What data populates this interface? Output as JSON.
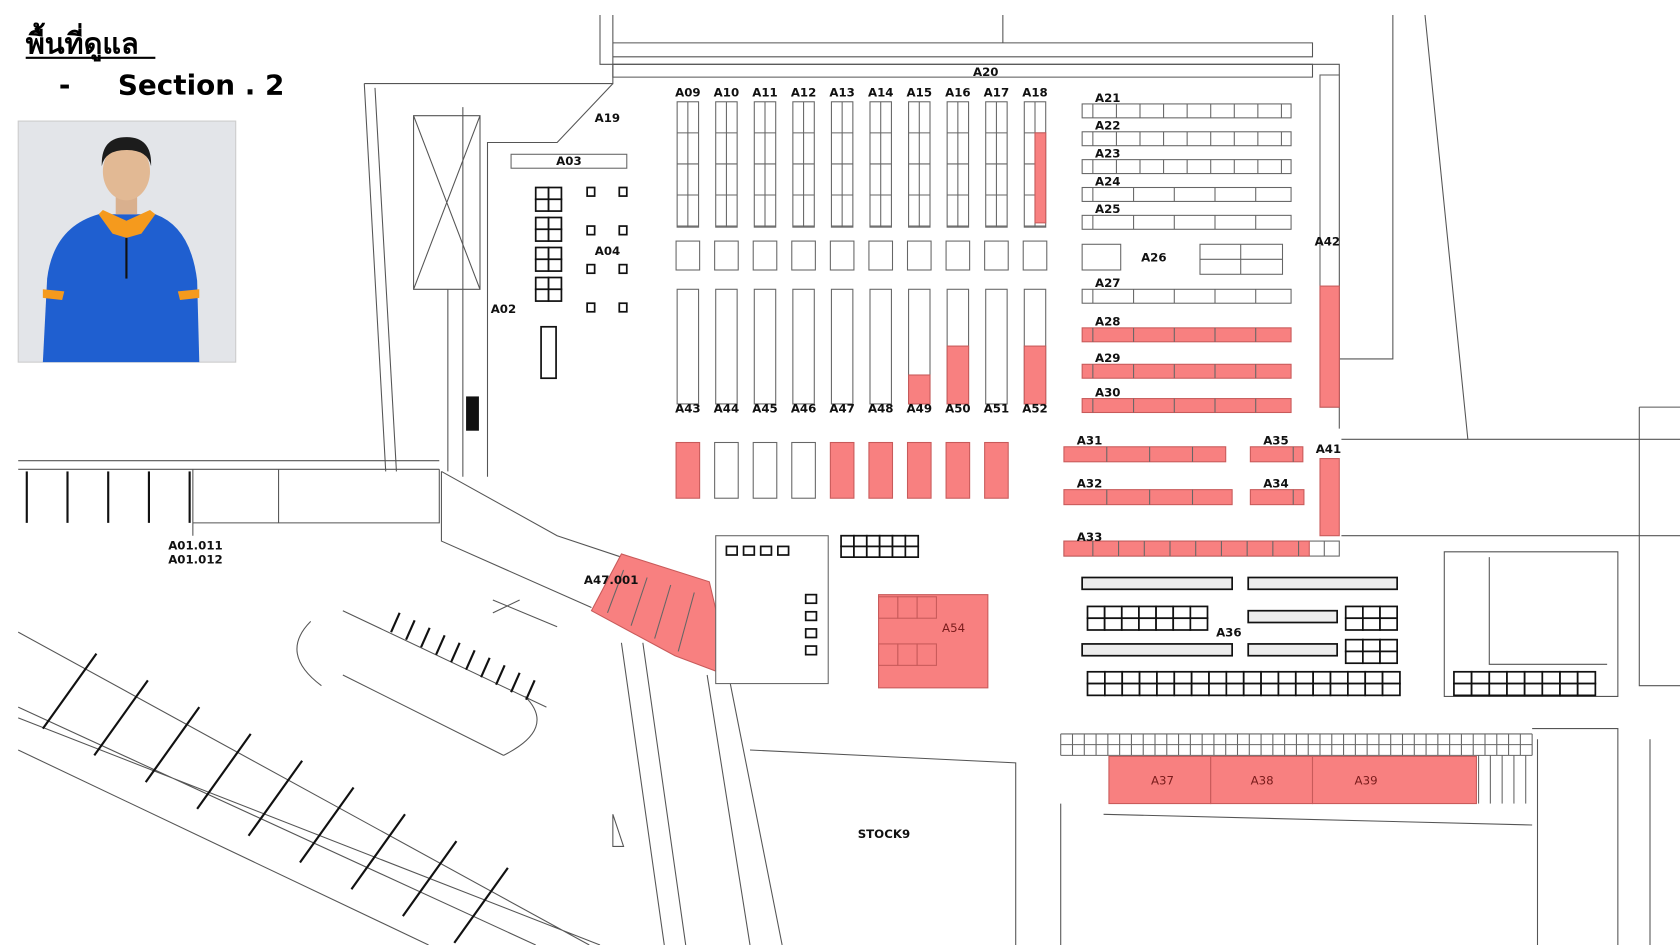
{
  "header": {
    "title": "พื้นที่ดูแล",
    "bullet": "-",
    "section": "Section . 2"
  },
  "colors": {
    "highlight": "#f88080",
    "line": "#555555"
  },
  "zones": {
    "A02": {
      "label": "A02",
      "highlighted": false
    },
    "A03": {
      "label": "A03",
      "highlighted": false
    },
    "A04": {
      "label": "A04",
      "highlighted": false
    },
    "A09": {
      "label": "A09",
      "highlighted": false
    },
    "A10": {
      "label": "A10",
      "highlighted": false
    },
    "A11": {
      "label": "A11",
      "highlighted": false
    },
    "A12": {
      "label": "A12",
      "highlighted": false
    },
    "A13": {
      "label": "A13",
      "highlighted": false
    },
    "A14": {
      "label": "A14",
      "highlighted": false
    },
    "A15": {
      "label": "A15",
      "highlighted": false
    },
    "A16": {
      "label": "A16",
      "highlighted": false
    },
    "A17": {
      "label": "A17",
      "highlighted": false
    },
    "A18": {
      "label": "A18",
      "highlighted": true
    },
    "A19": {
      "label": "A19",
      "highlighted": false
    },
    "A20": {
      "label": "A20",
      "highlighted": false
    },
    "A21": {
      "label": "A21",
      "highlighted": false
    },
    "A22": {
      "label": "A22",
      "highlighted": false
    },
    "A23": {
      "label": "A23",
      "highlighted": false
    },
    "A24": {
      "label": "A24",
      "highlighted": false
    },
    "A25": {
      "label": "A25",
      "highlighted": false
    },
    "A26": {
      "label": "A26",
      "highlighted": false
    },
    "A27": {
      "label": "A27",
      "highlighted": false
    },
    "A28": {
      "label": "A28",
      "highlighted": true
    },
    "A29": {
      "label": "A29",
      "highlighted": true
    },
    "A30": {
      "label": "A30",
      "highlighted": true
    },
    "A31": {
      "label": "A31",
      "highlighted": true
    },
    "A32": {
      "label": "A32",
      "highlighted": true
    },
    "A33": {
      "label": "A33",
      "highlighted": true
    },
    "A34": {
      "label": "A34",
      "highlighted": true
    },
    "A35": {
      "label": "A35",
      "highlighted": true
    },
    "A36": {
      "label": "A36",
      "highlighted": false
    },
    "A37": {
      "label": "A37",
      "highlighted": true
    },
    "A38": {
      "label": "A38",
      "highlighted": true
    },
    "A39": {
      "label": "A39",
      "highlighted": true
    },
    "A41": {
      "label": "A41",
      "highlighted": true
    },
    "A42": {
      "label": "A42",
      "highlighted": true
    },
    "A43": {
      "label": "A43",
      "highlighted": false
    },
    "A44": {
      "label": "A44",
      "highlighted": false
    },
    "A45": {
      "label": "A45",
      "highlighted": false
    },
    "A46": {
      "label": "A46",
      "highlighted": false
    },
    "A47": {
      "label": "A47",
      "highlighted": false
    },
    "A48": {
      "label": "A48",
      "highlighted": false
    },
    "A49": {
      "label": "A49",
      "highlighted": true
    },
    "A50": {
      "label": "A50",
      "highlighted": true
    },
    "A51": {
      "label": "A51",
      "highlighted": false
    },
    "A52": {
      "label": "A52",
      "highlighted": true
    },
    "A54": {
      "label": "A54",
      "highlighted": true
    },
    "A47_001": {
      "label": "A47.001",
      "highlighted": true
    },
    "A01_011": {
      "label": "A01.011",
      "highlighted": false
    },
    "A01_012": {
      "label": "A01.012",
      "highlighted": false
    },
    "STOCK9": {
      "label": "STOCK9",
      "highlighted": false
    }
  },
  "front_bays_highlighted": [
    true,
    false,
    false,
    false,
    true,
    true,
    true,
    true,
    true
  ]
}
